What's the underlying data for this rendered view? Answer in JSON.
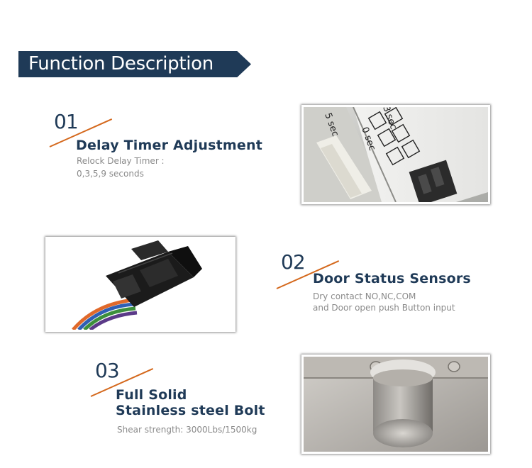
{
  "header": {
    "title": "Function Description"
  },
  "features": [
    {
      "number": "01",
      "title": "Delay Timer Adjustment",
      "desc_lines": [
        "Relock Delay Timer :",
        "0,3,5,9 seconds"
      ]
    },
    {
      "number": "02",
      "title": "Door Status Sensors",
      "desc_lines": [
        "Dry contact NO,NC,COM",
        "and Door open push Button input"
      ]
    },
    {
      "number": "03",
      "title_lines": [
        "Full Solid",
        "Stainless steel Bolt"
      ],
      "desc_lines": [
        "Shear strength: 3000Lbs/1500kg"
      ]
    }
  ],
  "photos": {
    "timer": {
      "labels": [
        "5 sec",
        "3 sec",
        "0 sec"
      ]
    }
  },
  "colors": {
    "navy": "#1f3a57",
    "accent_orange": "#d4681c",
    "desc_gray": "#8a8a8a"
  }
}
